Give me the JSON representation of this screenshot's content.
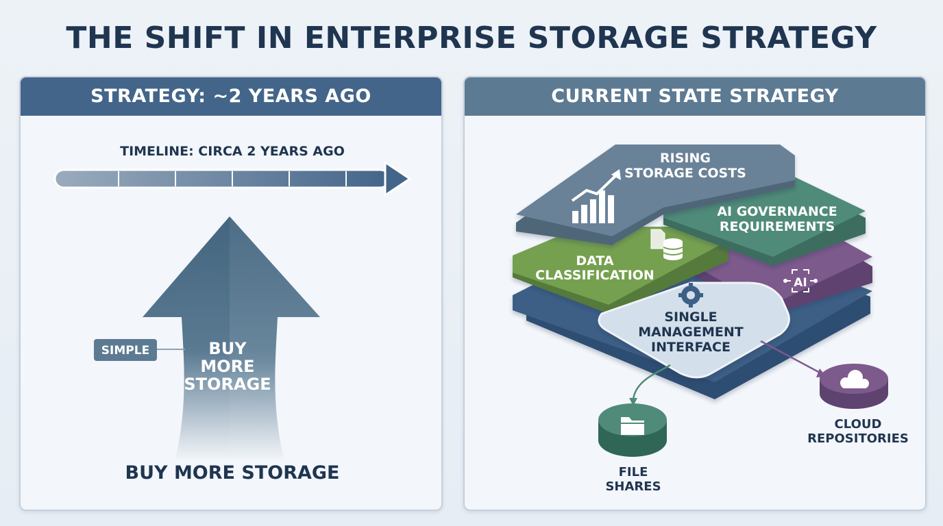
{
  "title": "THE SHIFT IN ENTERPRISE STORAGE STRATEGY",
  "left_panel": {
    "header": "STRATEGY: ~2 YEARS AGO",
    "timeline_label": "TIMELINE: CIRCA 2 YEARS AGO",
    "simple_badge": "SIMPLE",
    "arrow_text": [
      "BUY",
      "MORE",
      "STORAGE"
    ],
    "footer": "BUY MORE STORAGE"
  },
  "right_panel": {
    "header": "CURRENT STATE STRATEGY",
    "layers": {
      "rising_costs": [
        "RISING",
        "STORAGE COSTS"
      ],
      "ai_governance": [
        "AI GOVERNANCE",
        "REQUIREMENTS"
      ],
      "data_classification": [
        "DATA",
        "CLASSIFICATION"
      ],
      "single_interface": [
        "SINGLE",
        "MANAGEMENT",
        "INTERFACE"
      ]
    },
    "ai_chip_label": "AI",
    "file_shares": [
      "FILE",
      "SHARES"
    ],
    "cloud_repositories": [
      "CLOUD",
      "REPOSITORIES"
    ]
  },
  "colors": {
    "left_header": "#44658a",
    "right_header": "#5d7a93",
    "costs_layer": "#6b8298",
    "governance_layer": "#4f8b78",
    "classification_layer": "#74a050",
    "ai_layer": "#7d5a8c",
    "base_layer": "#3d5f86",
    "interface_panel": "#d3dfea"
  },
  "icons": [
    "chart-up-icon",
    "database-icon",
    "ai-chip-icon",
    "gear-icon",
    "folder-icon",
    "cloud-icon"
  ]
}
